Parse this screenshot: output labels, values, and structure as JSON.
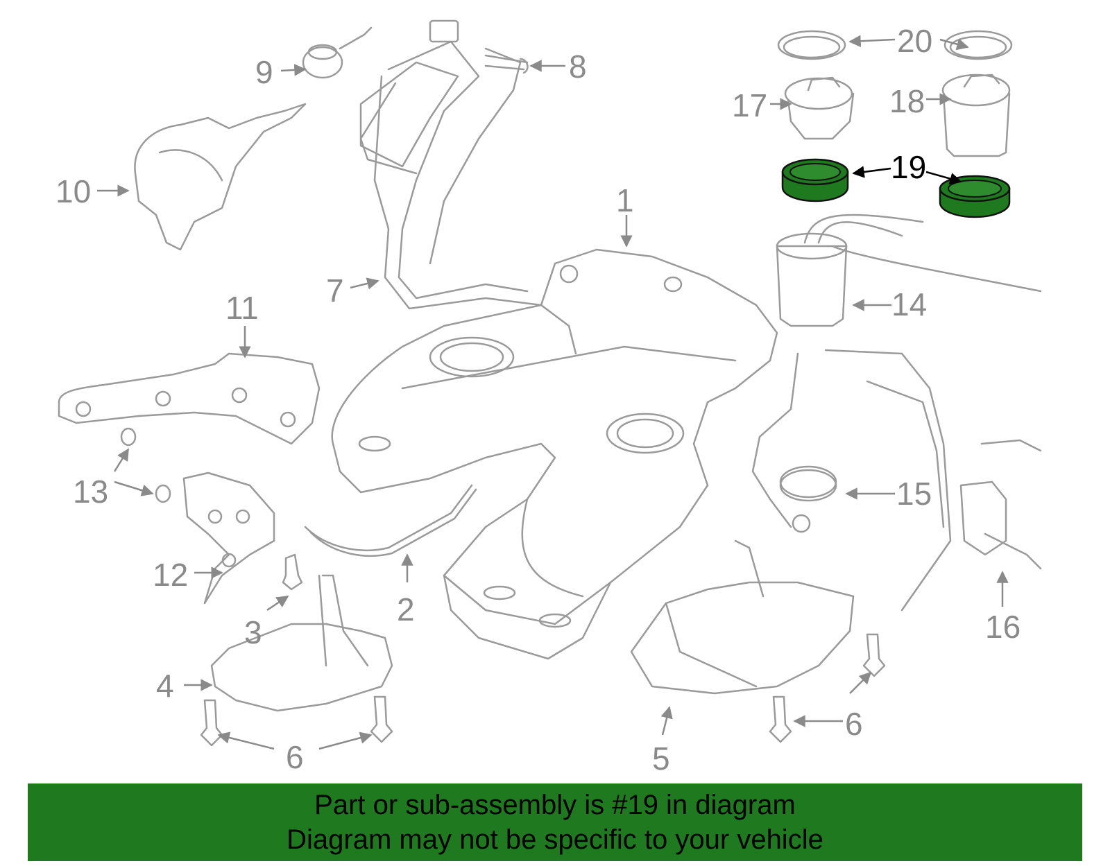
{
  "colors": {
    "highlight": "#1f7a1f",
    "part_stroke": "#9a9a9a",
    "callout_text": "#8a8a8a",
    "banner_bg": "#1f7a1f",
    "banner_text": "#000000"
  },
  "callouts": {
    "c1": "1",
    "c2": "2",
    "c3": "3",
    "c4": "4",
    "c5": "5",
    "c6a": "6",
    "c6b": "6",
    "c7": "7",
    "c8": "8",
    "c9": "9",
    "c10": "10",
    "c11": "11",
    "c12": "12",
    "c13": "13",
    "c14": "14",
    "c15": "15",
    "c16": "16",
    "c17": "17",
    "c18": "18",
    "c19": "19",
    "c20": "20"
  },
  "highlighted_part": "19",
  "banner": {
    "line1": "Part or sub-assembly is #19 in diagram",
    "line2": "Diagram may not be specific to your vehicle"
  }
}
